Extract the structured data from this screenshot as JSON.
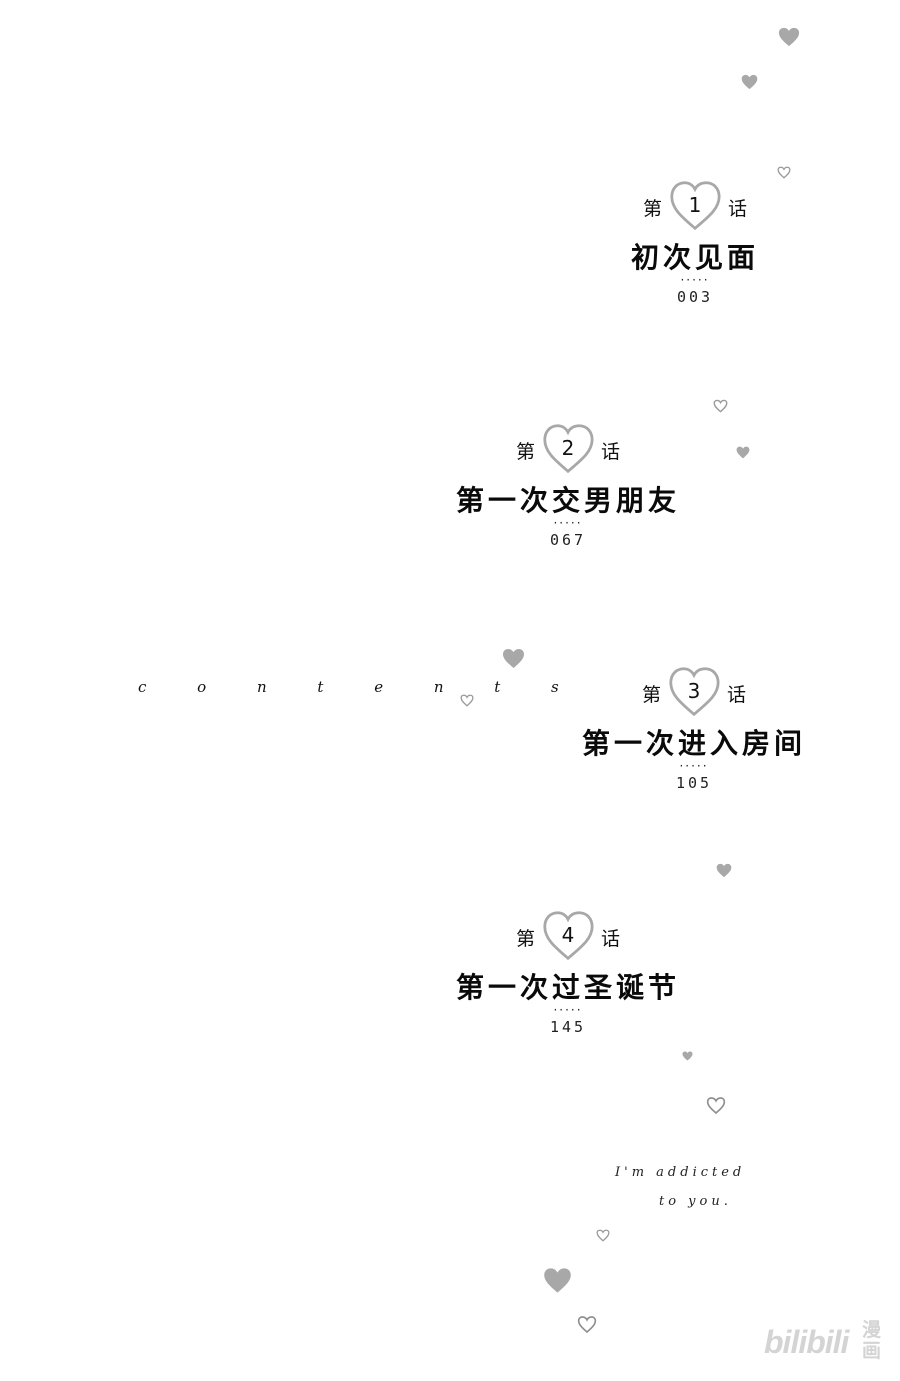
{
  "contents_label": "c o n t e n t s",
  "chapters": [
    {
      "prefix": "第",
      "number": "1",
      "suffix": "话",
      "title": "初次见面",
      "dots": "·····",
      "page": "003"
    },
    {
      "prefix": "第",
      "number": "2",
      "suffix": "话",
      "title": "第一次交男朋友",
      "dots": "·····",
      "page": "067"
    },
    {
      "prefix": "第",
      "number": "3",
      "suffix": "话",
      "title": "第一次进入房间",
      "dots": "·····",
      "page": "105"
    },
    {
      "prefix": "第",
      "number": "4",
      "suffix": "话",
      "title": "第一次过圣诞节",
      "dots": "·····",
      "page": "145"
    }
  ],
  "tagline": {
    "line1": "I'm addicted",
    "line2": "to you."
  },
  "logo": {
    "text": "bilibili",
    "sub": "漫画"
  },
  "colors": {
    "heart_fill": "#a8a8a8",
    "heart_outline": "#9a9a9a",
    "logo": "#d4d4d4"
  }
}
